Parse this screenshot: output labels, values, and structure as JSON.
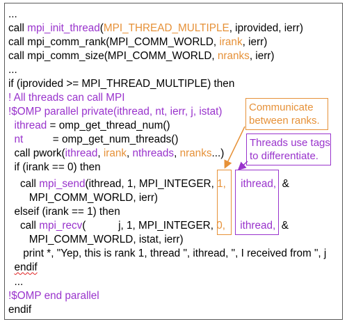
{
  "code": {
    "l01": "...",
    "l02_a": "call ",
    "l02_b": "mpi_init_thread",
    "l02_c": "(",
    "l02_d": "MPI_THREAD_MULTIPLE",
    "l02_e": ", iprovided, ierr)",
    "l03_a": "call mpi_comm_rank(MPI_COMM_WORLD, ",
    "l03_b": "irank",
    "l03_c": ", ierr)",
    "l04_a": "call mpi_comm_size(MPI_COMM_WORLD, ",
    "l04_b": "nranks",
    "l04_c": ", ierr)",
    "l05": "...",
    "l06": "if (iprovided >= MPI_THREAD_MULTIPLE) then",
    "l07": "! All threads can call MPI",
    "l08": "!$OMP parallel private(ithread, nt, ierr, j, istat)",
    "l09_a": "  ",
    "l09_b": "ithread",
    "l09_c": " = omp_get_thread_num()",
    "l10_a": "  ",
    "l10_b": "nt",
    "l10_c": "          = omp_get_num_threads()",
    "l11_a": "  call pwork(",
    "l11_b": "ithread",
    "l11_c": ", ",
    "l11_d": "irank",
    "l11_e": ", ",
    "l11_f": "nthreads",
    "l11_g": ", ",
    "l11_h": "nranks",
    "l11_i": "...)",
    "l12": "  if (irank == 0) then",
    "l13_a": "    call ",
    "l13_b": "mpi_send",
    "l13_c": "(ithread, 1, MPI_INTEGER, ",
    "l13_d": "1,",
    "l13_e": "     ",
    "l13_f": "ithread,",
    "l13_g": "  &",
    "l14": "       MPI_COMM_WORLD, ierr)",
    "l15": "  elseif (irank == 1) then",
    "l16_a": "    call ",
    "l16_b": "mpi_recv",
    "l16_c": "(           j, 1, MPI_INTEGER, ",
    "l16_d": "0,",
    "l16_e": "     ",
    "l16_f": "ithread,",
    "l16_g": "  &",
    "l17": "       MPI_COMM_WORLD, istat, ierr)",
    "l18": "     print *, \"Yep, this is rank 1, thread \", ithread, \", I received from \", j",
    "l19_a": "  ",
    "l19_b": "endif",
    "l20": "  ...",
    "l21": "!$OMP end parallel",
    "l22": "endif"
  },
  "callouts": {
    "communicate": "Communicate\nbetween ranks.",
    "tags": "Threads use tags\nto differentiate."
  },
  "colors": {
    "purple": "#9933cc",
    "orange": "#e69138",
    "border": "#595959"
  }
}
